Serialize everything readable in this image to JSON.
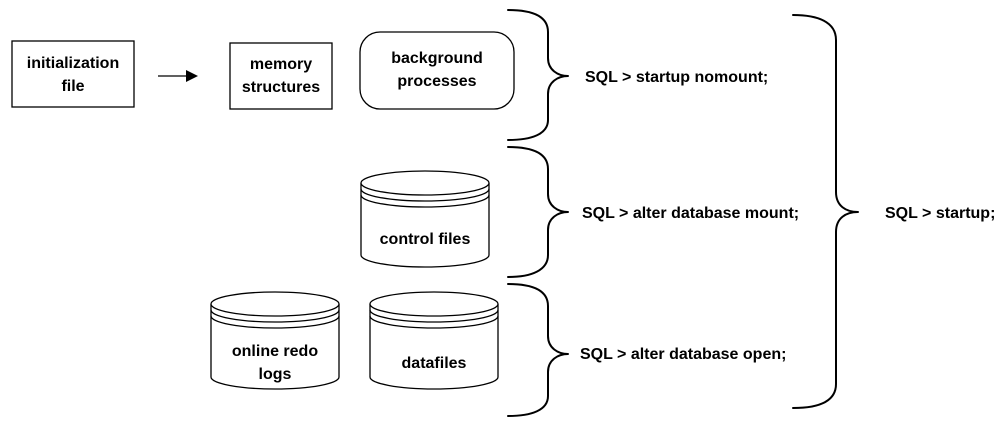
{
  "nodes": {
    "init_file": [
      "initialization",
      "file"
    ],
    "memory_structures": [
      "memory",
      "structures"
    ],
    "background_processes": [
      "background",
      "processes"
    ],
    "control_files": [
      "control files"
    ],
    "online_redo_logs": [
      "online redo",
      "logs"
    ],
    "datafiles": [
      "datafiles"
    ]
  },
  "commands": {
    "nomount": "SQL > startup nomount;",
    "mount": "SQL > alter database mount;",
    "open": "SQL > alter database open;",
    "startup": "SQL > startup;"
  },
  "colors": {
    "stroke": "#000000",
    "background": "#ffffff"
  }
}
